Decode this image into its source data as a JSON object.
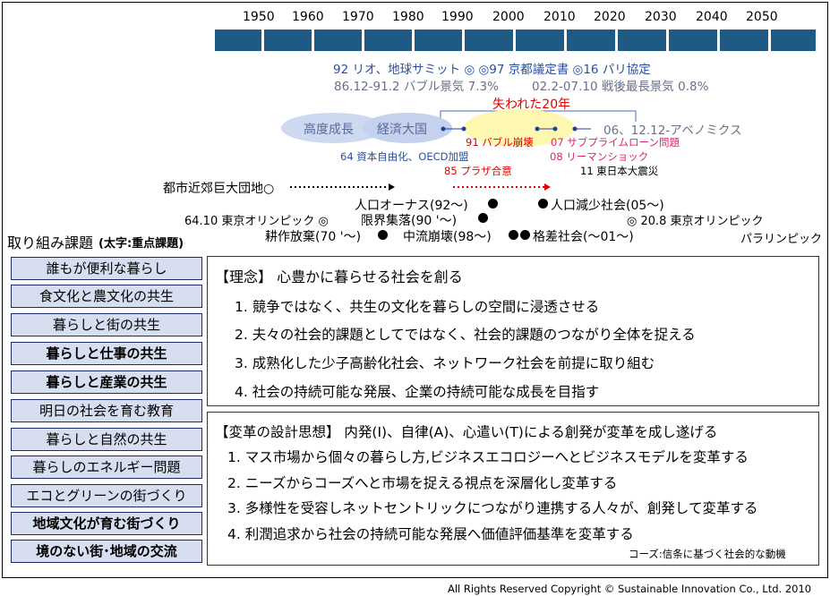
{
  "timeline": {
    "years": [
      "1950",
      "1960",
      "1970",
      "1980",
      "1990",
      "2000",
      "2010",
      "2020",
      "2030",
      "2040",
      "2050"
    ],
    "bar_color": "#1f5a84"
  },
  "events": {
    "summits": "92 リオ、地球サミット ◎ ◎97 京都議定書 ◎16 パリ協定",
    "bubble": "86.12-91.2 バブル景気 7.3%",
    "postwar": "02.2-07.10 戦後最長景気 0.8%",
    "lost": "失われた20年",
    "high_growth": "高度成長",
    "economic_power": "経済大国",
    "abenomics": "06、12.12-アベノミクス",
    "bubble_collapse": "91 バブル崩壊",
    "subprime": "07 サブプライムローン問題",
    "lehman": "08 リーマンショック",
    "capital": "64 資本自由化、OECD加盟",
    "plaza": "85 プラザ合意",
    "quake": "11 東日本大震災",
    "danchi": "都市近郊巨大団地○",
    "onus": "人口オーナス(92〜)",
    "decline": "人口減少社会(05〜)",
    "olympic64": "64.10 東京オリンピック ◎",
    "genkai": "限界集落(90 '〜)",
    "olympic20": "◎ 20.8 東京オリンピック",
    "abandon": "耕作放棄(70 '〜)",
    "middle": "中流崩壊(98〜)",
    "disparity": "格差社会(〜01〜)",
    "paralympic": "パラリンピック"
  },
  "issues": {
    "heading": "取り組み課題",
    "note": "(太字:重点課題)",
    "items": [
      {
        "label": "誰もが便利な暮らし",
        "bold": false
      },
      {
        "label": "食文化と農文化の共生",
        "bold": false
      },
      {
        "label": "暮らしと街の共生",
        "bold": false
      },
      {
        "label": "暮らしと仕事の共生",
        "bold": true
      },
      {
        "label": "暮らしと産業の共生",
        "bold": true
      },
      {
        "label": "明日の社会を育む教育",
        "bold": false
      },
      {
        "label": "暮らしと自然の共生",
        "bold": false
      },
      {
        "label": "暮らしのエネルギー問題",
        "bold": false
      },
      {
        "label": "エコとグリーンの街づくり",
        "bold": false
      },
      {
        "label": "地域文化が育む街づくり",
        "bold": true
      },
      {
        "label": "境のない街･地域の交流",
        "bold": true
      }
    ]
  },
  "philosophy": {
    "title": "【理念】 心豊かに暮らせる社会を創る",
    "items": [
      "1. 競争ではなく、共生の文化を暮らしの空間に浸透させる",
      "2. 夫々の社会的課題としてではなく、社会的課題のつながり全体を捉える",
      "3. 成熟化した少子高齢化社会、ネットワーク社会を前提に取り組む",
      "4. 社会の持続可能な発展、企業の持続可能な成長を目指す"
    ]
  },
  "reform": {
    "title": "【変革の設計思想】  内発(I)、自律(A)、心遣い(T)による創発が変革を成し遂げる",
    "items": [
      "1. マス市場から個々の暮らし方,ビジネスエコロジーへとビジネスモデルを変革する",
      "2. ニーズからコーズへと市場を捉える視点を深層化し変革する",
      "3. 多様性を受容しネットセントリックにつながり連携する人々が、創発して変革する",
      "4. 利潤追求から社会の持続可能な発展へ価値評価基準を変革する"
    ],
    "footnote": "コーズ:信条に基づく社会的な動機"
  },
  "footer": "All Rights Reserved Copyright ©  Sustainable Innovation Co., Ltd.  2010"
}
